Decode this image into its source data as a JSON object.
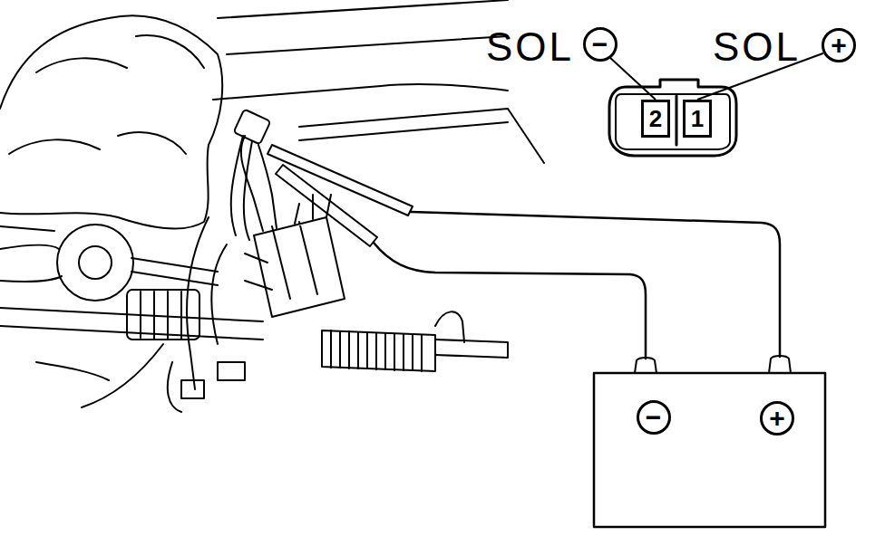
{
  "diagram": {
    "nodes": [
      {
        "text": [
          "−"
        ]
      },
      {
        "text": [
          "+"
        ]
      },
      {
        "text": [
          "2"
        ]
      },
      {
        "text": [
          "1"
        ]
      },
      {
        "text": [
          "−"
        ]
      },
      {
        "text": [
          "+"
        ]
      }
    ],
    "edges": [
      {
        "from": 0,
        "to": 2,
        "arrow": "none"
      },
      {
        "from": 1,
        "to": 3,
        "arrow": "none"
      }
    ],
    "labels": [
      "SOL",
      "SOL"
    ]
  }
}
